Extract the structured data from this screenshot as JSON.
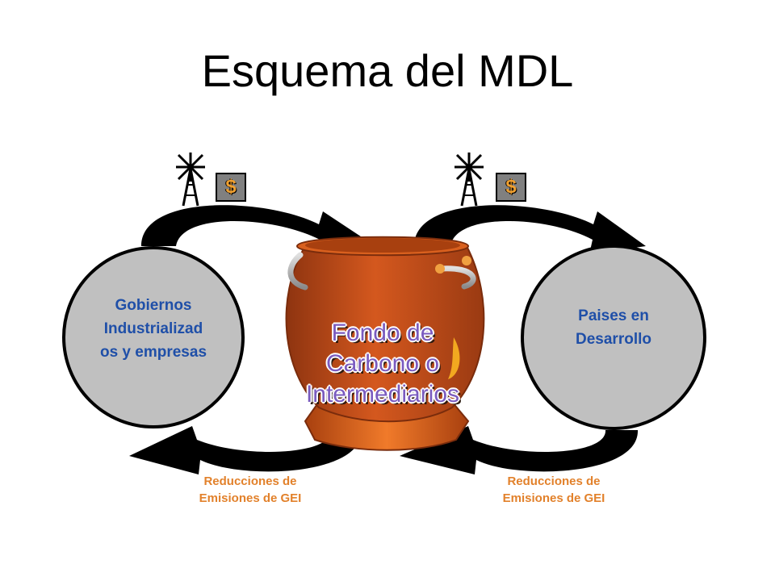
{
  "title": "Esquema del MDL",
  "left_entity": {
    "lines": [
      "Gobiernos",
      "Industrializad",
      "os y empresas"
    ]
  },
  "right_entity": {
    "lines": [
      "Paises en",
      "Desarrollo"
    ]
  },
  "fund": {
    "lines": [
      "Fondo de",
      "Carbono o",
      "Intermediarios"
    ]
  },
  "money_symbol": "$",
  "reductions_label": {
    "lines": [
      "Reducciones de",
      "Emisiones de GEI"
    ]
  },
  "colors": {
    "circle_fill": "#c0c0c0",
    "circle_text": "#1f4fa8",
    "pot": "#c8501a",
    "pot_dark": "#8e3410",
    "reductions_text": "#e2812b",
    "dollar_text": "#f0a030",
    "fund_text": "#7a5bbf"
  },
  "icons": [
    "windmill-icon",
    "dollar-icon",
    "cycle-arrow-icon",
    "pot-icon"
  ]
}
